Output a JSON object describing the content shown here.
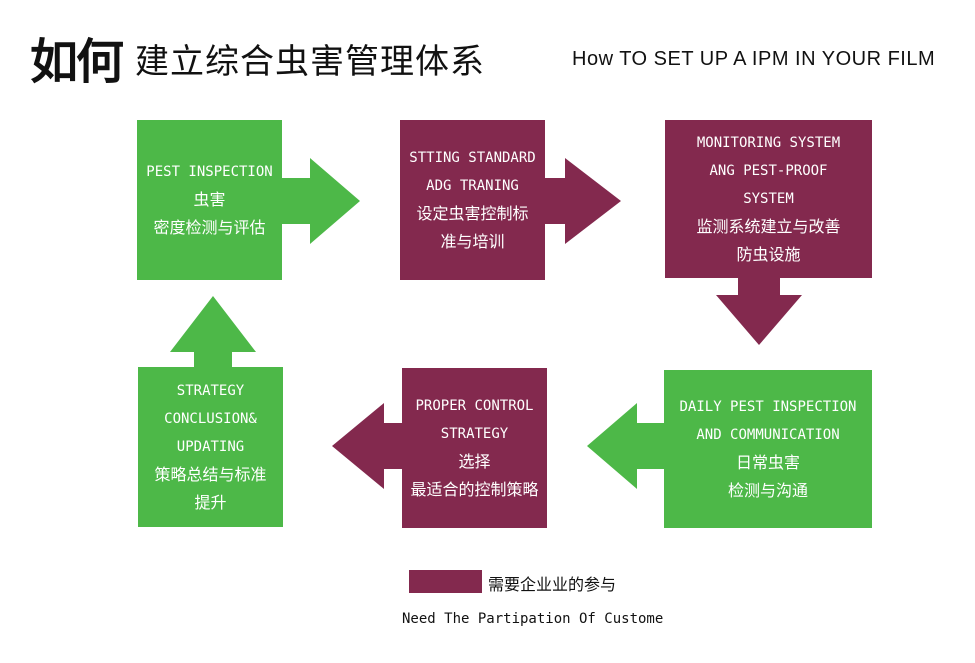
{
  "title": {
    "cn_bold": "如何",
    "cn_rest": "建立综合虫害管理体系",
    "en": "How TO SET UP A IPM IN YOUR FILM"
  },
  "colors": {
    "green": "#4db848",
    "maroon": "#83294e"
  },
  "steps": [
    {
      "en": [
        "PEST INSPECTION"
      ],
      "cn": [
        "虫害",
        "密度检测与评估"
      ],
      "color": "green"
    },
    {
      "en": [
        "STTING STANDARD",
        "ADG TRANING"
      ],
      "cn": [
        "设定虫害控制标",
        "准与培训"
      ],
      "color": "maroon"
    },
    {
      "en": [
        "MONITORING SYSTEM",
        "ANG PEST-PROOF",
        "SYSTEM"
      ],
      "cn": [
        "监测系统建立与改善",
        "防虫设施"
      ],
      "color": "maroon"
    },
    {
      "en": [
        "DAILY PEST INSPECTION",
        "AND COMMUNICATION"
      ],
      "cn": [
        "日常虫害",
        "检测与沟通"
      ],
      "color": "green"
    },
    {
      "en": [
        "PROPER CONTROL",
        "STRATEGY"
      ],
      "cn": [
        "选择",
        "最适合的控制策略"
      ],
      "color": "maroon"
    },
    {
      "en": [
        "STRATEGY",
        "CONCLUSION&",
        "UPDATING"
      ],
      "cn": [
        "策略总结与标准",
        "提升"
      ],
      "color": "green"
    }
  ],
  "legend": {
    "cn": "需要企业业的参与",
    "en": "Need The Partipation Of Custome"
  }
}
